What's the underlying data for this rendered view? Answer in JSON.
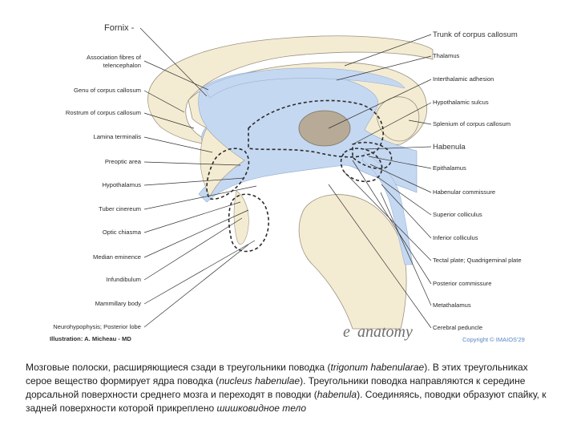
{
  "diagram": {
    "labels_left": [
      "Fornix -",
      "Association fibres of",
      "telencephalon",
      "Genu of corpus callosum",
      "Rostrum of corpus callosum",
      "Lamina terminalis",
      "Preoptic area",
      "Hypothalamus",
      "Tuber cinereum",
      "Optic chiasma",
      "Median eminence",
      "Infundibulum",
      "Mammillary body",
      "Neurohypophysis; Posterior lobe",
      "Illustration: A. Micheau - MD"
    ],
    "labels_right": [
      "Trunk of corpus callosum",
      "Thalamus",
      "Interthalamic adhesion",
      "Hypothalamic sulcus",
      "Splenium of corpus callosum",
      "Habenula",
      "Epithalamus",
      "Habenular commissure",
      "Superior colliculus",
      "Inferior colliculus",
      "Tectal plate; Quadrigeminal plate",
      "Posterior commissure",
      "Metathalamus",
      "Cerebral peduncle"
    ],
    "brand": "anatomy",
    "brand_prefix": "e",
    "copyright": "Copyright © IMAIOS'29",
    "colors": {
      "cream": "#f4ecd2",
      "blue": "#c5d8f1",
      "gray": "#b7ab97",
      "line": "#333333"
    }
  },
  "caption": {
    "t1": "Мозговые полоски, расширяющиеся сзади в треугольники поводка (",
    "t1_i": "trigonum habenularae",
    "t2": "). В этих треугольниках серое вещество формирует ядра поводка (",
    "t2_i": "nucleus habenulae",
    "t3": "). Треугольники поводка направляются к середине дорсальной поверхности среднего мозга и переходят в поводки (",
    "t3_i": "habenula",
    "t4": "). Соединяясь, поводки образуют спайку, к задней поверхности которой прикреплено ",
    "t4_i": "шишковидное тело"
  }
}
